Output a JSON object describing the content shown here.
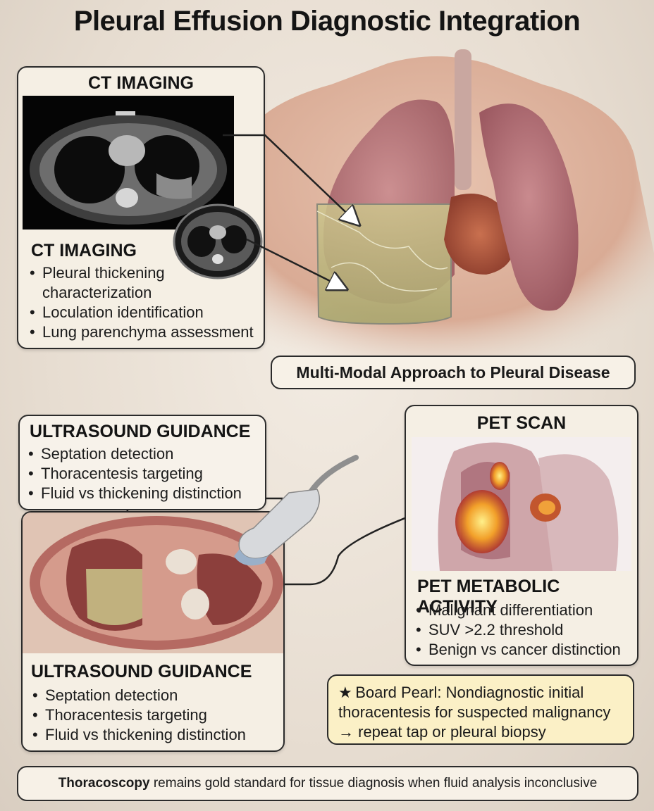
{
  "title": "Pleural Effusion Diagnostic Integration",
  "ct": {
    "top_header": "CT IMAGING",
    "header": "CT IMAGING",
    "bullets": [
      "Pleural thickening characterization",
      "Loculation identification",
      "Lung parenchyma assessment"
    ]
  },
  "multimodal_label": "Multi-Modal Approach to Pleural Disease",
  "ultrasound": {
    "top_header": "ULTRASOUND GUIDANCE",
    "top_bullets": [
      "Septation detection",
      "Thoracentesis targeting",
      "Fluid vs thickening distinction"
    ],
    "bottom_header": "ULTRASOUND GUIDANCE",
    "bottom_bullets": [
      "Septation detection",
      "Thoracentesis targeting",
      "Fluid vs thickening distinction"
    ]
  },
  "pet": {
    "top_header": "PET SCAN",
    "header": "PET METABOLIC ACTIVITY",
    "bullets": [
      "Malignant differentiation",
      "SUV >2.2 threshold",
      "Benign vs cancer distinction"
    ]
  },
  "pearl": {
    "star": "★",
    "text": "Board Pearl: Nondiagnostic initial thoracentesis for suspected malignancy → repeat tap or pleural biopsy"
  },
  "footer": {
    "bold": "Thoracoscopy",
    "rest": " remains gold standard for tissue diagnosis when fluid analysis inconclusive"
  },
  "colors": {
    "panel_bg": "#f5efe4",
    "border": "#2b2b2b",
    "pearl_bg": "#fbf0c6",
    "fluid": "#c9c28a"
  }
}
